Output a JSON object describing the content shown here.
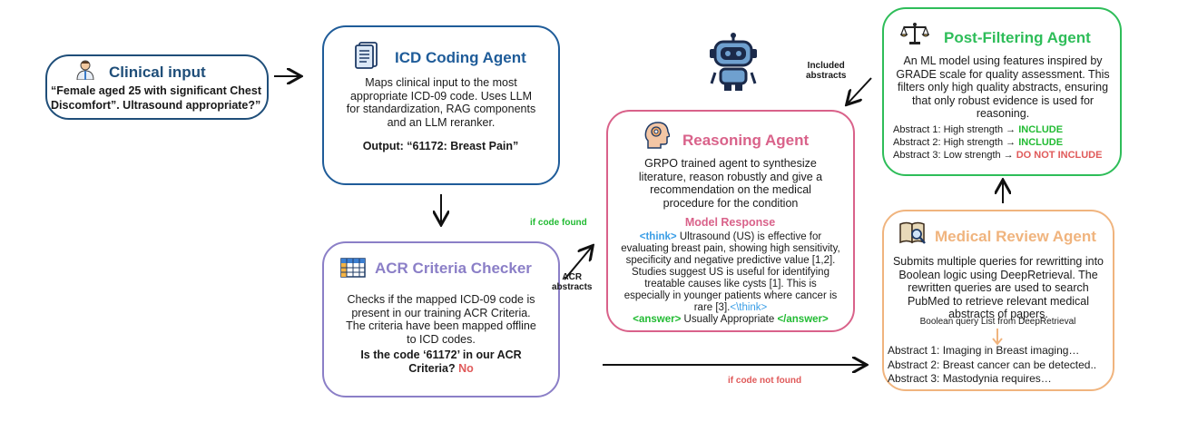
{
  "clinical": {
    "title": "Clinical input",
    "text": "“Female aged 25 with significant Chest Discomfort”. Ultrasound appropriate?”"
  },
  "icd": {
    "title": "ICD Coding Agent",
    "description": "Maps clinical input to the most appropriate ICD-09 code. Uses LLM for standardization, RAG components and an LLM reranker.",
    "output": "Output: “61172:  Breast Pain”"
  },
  "acr": {
    "title": "ACR Criteria Checker",
    "description": "Checks if the mapped ICD-09 code is present in our training ACR Criteria. The criteria have been mapped offline to ICD codes.",
    "question": "Is the code ‘61172’ in our ACR Criteria?",
    "answer": "No"
  },
  "reasoning": {
    "title": "Reasoning Agent",
    "description": "GRPO trained agent to synthesize literature, reason robustly and give a recommendation on the medical procedure for the condition",
    "response_title": "Model Response",
    "think_open": "<think>",
    "think_text": "Ultrasound (US) is effective for evaluating breast pain, showing high sensitivity, specificity and negative predictive value [1,2]. Studies suggest US is useful for identifying treatable causes like cysts [1]. This is especially in younger patients where cancer is rare [3].",
    "think_close": "<\\think>",
    "answer_open": "<answer>",
    "answer_text": "Usually Appropriate",
    "answer_close": "</answer>"
  },
  "post": {
    "title": "Post-Filtering Agent",
    "description": "An ML model using features inspired by GRADE scale for quality assessment. This filters only high quality abstracts, ensuring that only robust evidence is used for reasoning.",
    "rows": [
      {
        "label": "Abstract 1: High strength →",
        "verdict": "INCLUDE"
      },
      {
        "label": "Abstract 2: High strength →",
        "verdict": "INCLUDE"
      },
      {
        "label": "Abstract 3: Low strength  →",
        "verdict": "DO NOT INCLUDE"
      }
    ]
  },
  "review": {
    "title": "Medical Review Agent",
    "description": "Submits multiple queries for rewritting into Boolean logic using DeepRetrieval. The rewritten queries are  used to search PubMed to retrieve relevant medical abstracts of papers.",
    "query_label": "Boolean query List from DeepRetrieval",
    "abstracts": [
      "Abstract 1: Imaging in Breast imaging…",
      "Abstract 2: Breast cancer can be detected..",
      "Abstract 3: Mastodynia requires…"
    ]
  },
  "labels": {
    "if_code_found": "if code found",
    "acr_abstracts_1": "ACR",
    "acr_abstracts_2": "abstracts",
    "included_1": "Included",
    "included_2": "abstracts",
    "if_code_not_found": "if code not found"
  },
  "colors": {
    "clinical": "#1f4e79",
    "icd": "#1f5c99",
    "acr": "#8b7fc7",
    "reasoning": "#d9628a",
    "post": "#2ebd59",
    "review": "#f0b47e",
    "include": "#22bb33",
    "exclude": "#e05a5a",
    "think": "#3b9ee6"
  }
}
